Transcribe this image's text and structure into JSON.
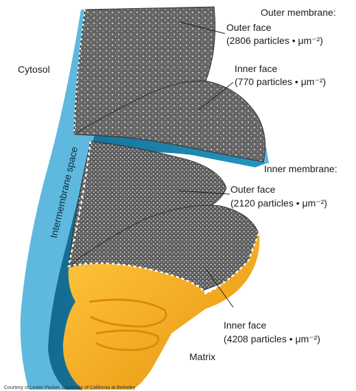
{
  "labels": {
    "outer_membrane": "Outer membrane:",
    "outer_membrane_outer_face": "Outer face",
    "outer_membrane_outer_face_count": "(2806 particles • μm⁻²)",
    "outer_membrane_inner_face": "Inner face",
    "outer_membrane_inner_face_count": "(770 particles • μm⁻²)",
    "inner_membrane": "Inner membrane:",
    "inner_membrane_outer_face": "Outer face",
    "inner_membrane_outer_face_count": "(2120 particles • μm⁻²)",
    "inner_membrane_inner_face": "Inner face",
    "inner_membrane_inner_face_count": "(4208 particles • μm⁻²)",
    "cytosol": "Cytosol",
    "intermembrane_space": "Intermembrane space",
    "matrix": "Matrix",
    "credit": "Courtesy of Lester Packer, University of California at Berkeley"
  },
  "colors": {
    "outer_membrane_blue": "#5fb8de",
    "intermembrane_teal": "#1f86ad",
    "matrix_orange": "#f4a81c",
    "freeze_fracture_gray": "#5e5e5e"
  }
}
